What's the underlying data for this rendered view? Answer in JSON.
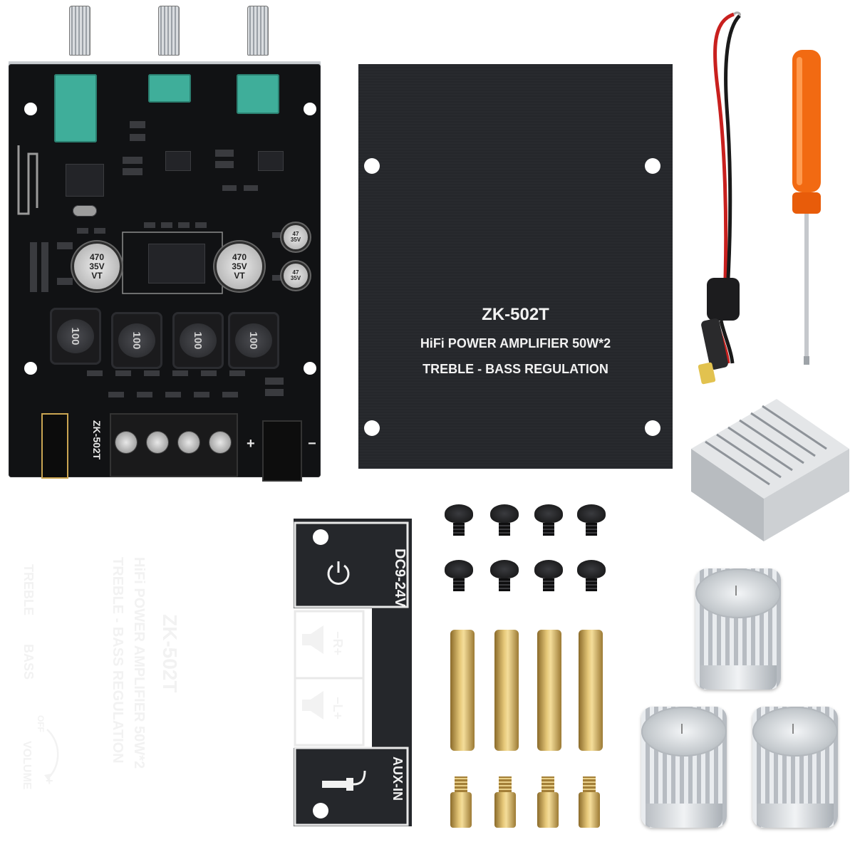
{
  "pcb": {
    "model_label": "ZK-502T",
    "inductor_labels": [
      "100",
      "100",
      "100",
      "100"
    ],
    "big_caps": [
      {
        "value": "470",
        "voltage": "35V",
        "code": "VT"
      },
      {
        "value": "470",
        "voltage": "35V",
        "code": "VT"
      }
    ],
    "small_caps": [
      {
        "value": "47",
        "voltage": "35V"
      },
      {
        "value": "47",
        "voltage": "35V"
      }
    ],
    "terminal_plus": "+",
    "terminal_minus": "−"
  },
  "top_panel": {
    "model": "ZK-502T",
    "line1": "HiFi POWER AMPLIFIER 50W*2",
    "line2": "TREBLE - BASS REGULATION"
  },
  "bottom_panel": {
    "label_treble": "TREBLE",
    "label_bass": "BASS",
    "label_volume": "VOLUME",
    "label_off": "OFF",
    "label_plus": "+",
    "model": "ZK-502T",
    "line1": "HiFi POWER AMPLIFIER 50W*2",
    "line2": "TREBLE - BASS REGULATION",
    "dc_label": "DC9-24V",
    "r_label": "−R+",
    "l_label": "−L+",
    "aux_label": "AUX-IN"
  },
  "accessories": {
    "wire_colors": [
      "#c8201e",
      "#1a1a1a"
    ],
    "screwdriver_color": "#f26a12",
    "heatsink_color": "#d4d7da",
    "brass_color": "#e1c274",
    "knob_color": "#d6dadf"
  }
}
